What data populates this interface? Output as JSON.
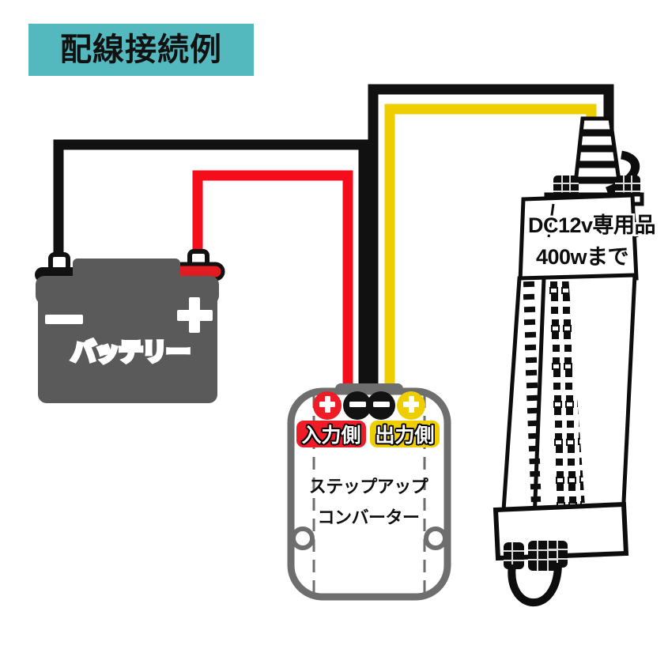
{
  "title": {
    "banner_text": "配線接続例",
    "banner_color": "#54b9bf"
  },
  "battery": {
    "label": "バッテリー",
    "minus_symbol": "−",
    "plus_symbol": "+",
    "body_color": "#5a5a5a",
    "negative_terminal_color": "#000000",
    "positive_terminal_color": "#e01b22"
  },
  "converter": {
    "name_line1": "ステップアップ",
    "name_line2": "コンバーター",
    "input_label": "入力側",
    "output_label": "出力側",
    "input_label_color": "#ef1b26",
    "output_label_color": "#efce00",
    "body_outline_color": "#6e6e6e",
    "terminals": [
      {
        "name": "input-positive",
        "symbol": "+",
        "color": "#ef1b26",
        "wire": "red"
      },
      {
        "name": "input-negative",
        "symbol": "−",
        "color": "#121212",
        "wire": "black"
      },
      {
        "name": "output-negative",
        "symbol": "−",
        "color": "#121212",
        "wire": "black"
      },
      {
        "name": "output-positive",
        "symbol": "+",
        "color": "#efce00",
        "wire": "yellow"
      }
    ]
  },
  "led_light": {
    "note_line1": "DC12v専用品",
    "note_line2": "400wまで"
  },
  "wires": {
    "black_color": "#111111",
    "red_color": "#f50d1c",
    "yellow_color": "#efce00",
    "routes": [
      {
        "name": "battery-negative-to-converter-input-negative",
        "color": "black"
      },
      {
        "name": "battery-positive-to-converter-input-positive",
        "color": "red"
      },
      {
        "name": "converter-output-negative-to-light",
        "color": "black"
      },
      {
        "name": "converter-output-positive-to-light",
        "color": "yellow"
      }
    ]
  }
}
